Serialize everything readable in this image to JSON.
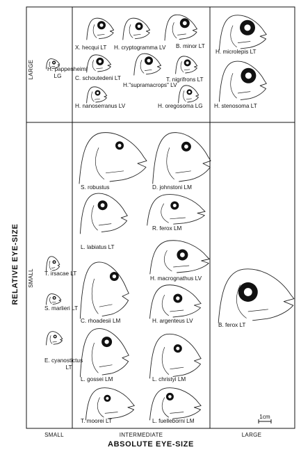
{
  "axes": {
    "y_title": "RELATIVE EYE-SIZE",
    "x_title": "ABSOLUTE EYE-SIZE",
    "y_large": "LARGE",
    "y_small": "SMALL",
    "x_small": "SMALL",
    "x_intermediate": "INTERMEDIATE",
    "x_large": "LARGE"
  },
  "scale_bar": "1cm",
  "species": {
    "pappenheimi_1": "H. pappenheimi",
    "pappenheimi_2": "LG",
    "hecqui": "X. hecqui LT",
    "cryptogramma": "H. cryptogramma LV",
    "minor": "B. minor LT",
    "microlepis": "H. microlepis LT",
    "schoutedeni": "C. schoutedeni LT",
    "nigrifrons": "T. nigrifrons LT",
    "supramacrops": "H.\"supramacrops\" LV",
    "stenosoma": "H. stenosoma LT",
    "nanoserranus": "H. nanoserranus LV",
    "oregosoma": "H. oregosoma LG",
    "robustus": "S. robustus",
    "johnstoni": "D. johnstoni LM",
    "ferox_r": "R. ferox LM",
    "labiatus": "L. labiatus LT",
    "macrognathus": "H. macrognathus LV",
    "irsacae": "T. irsacae LT",
    "marlieri": "S. marlieri LT",
    "cyanostictus_1": "E. cyanostictus",
    "cyanostictus_2": "LT",
    "rhoadesii": "C. rhoadesii LM",
    "argenteus": "H. argenteus LV",
    "ferox_b": "B. ferox LT",
    "gossei": "L. gossei LM",
    "christyi": "L. christyi LM",
    "moorei": "T. moorei LT",
    "fuelleborni": "L. fuelleborni LM"
  }
}
